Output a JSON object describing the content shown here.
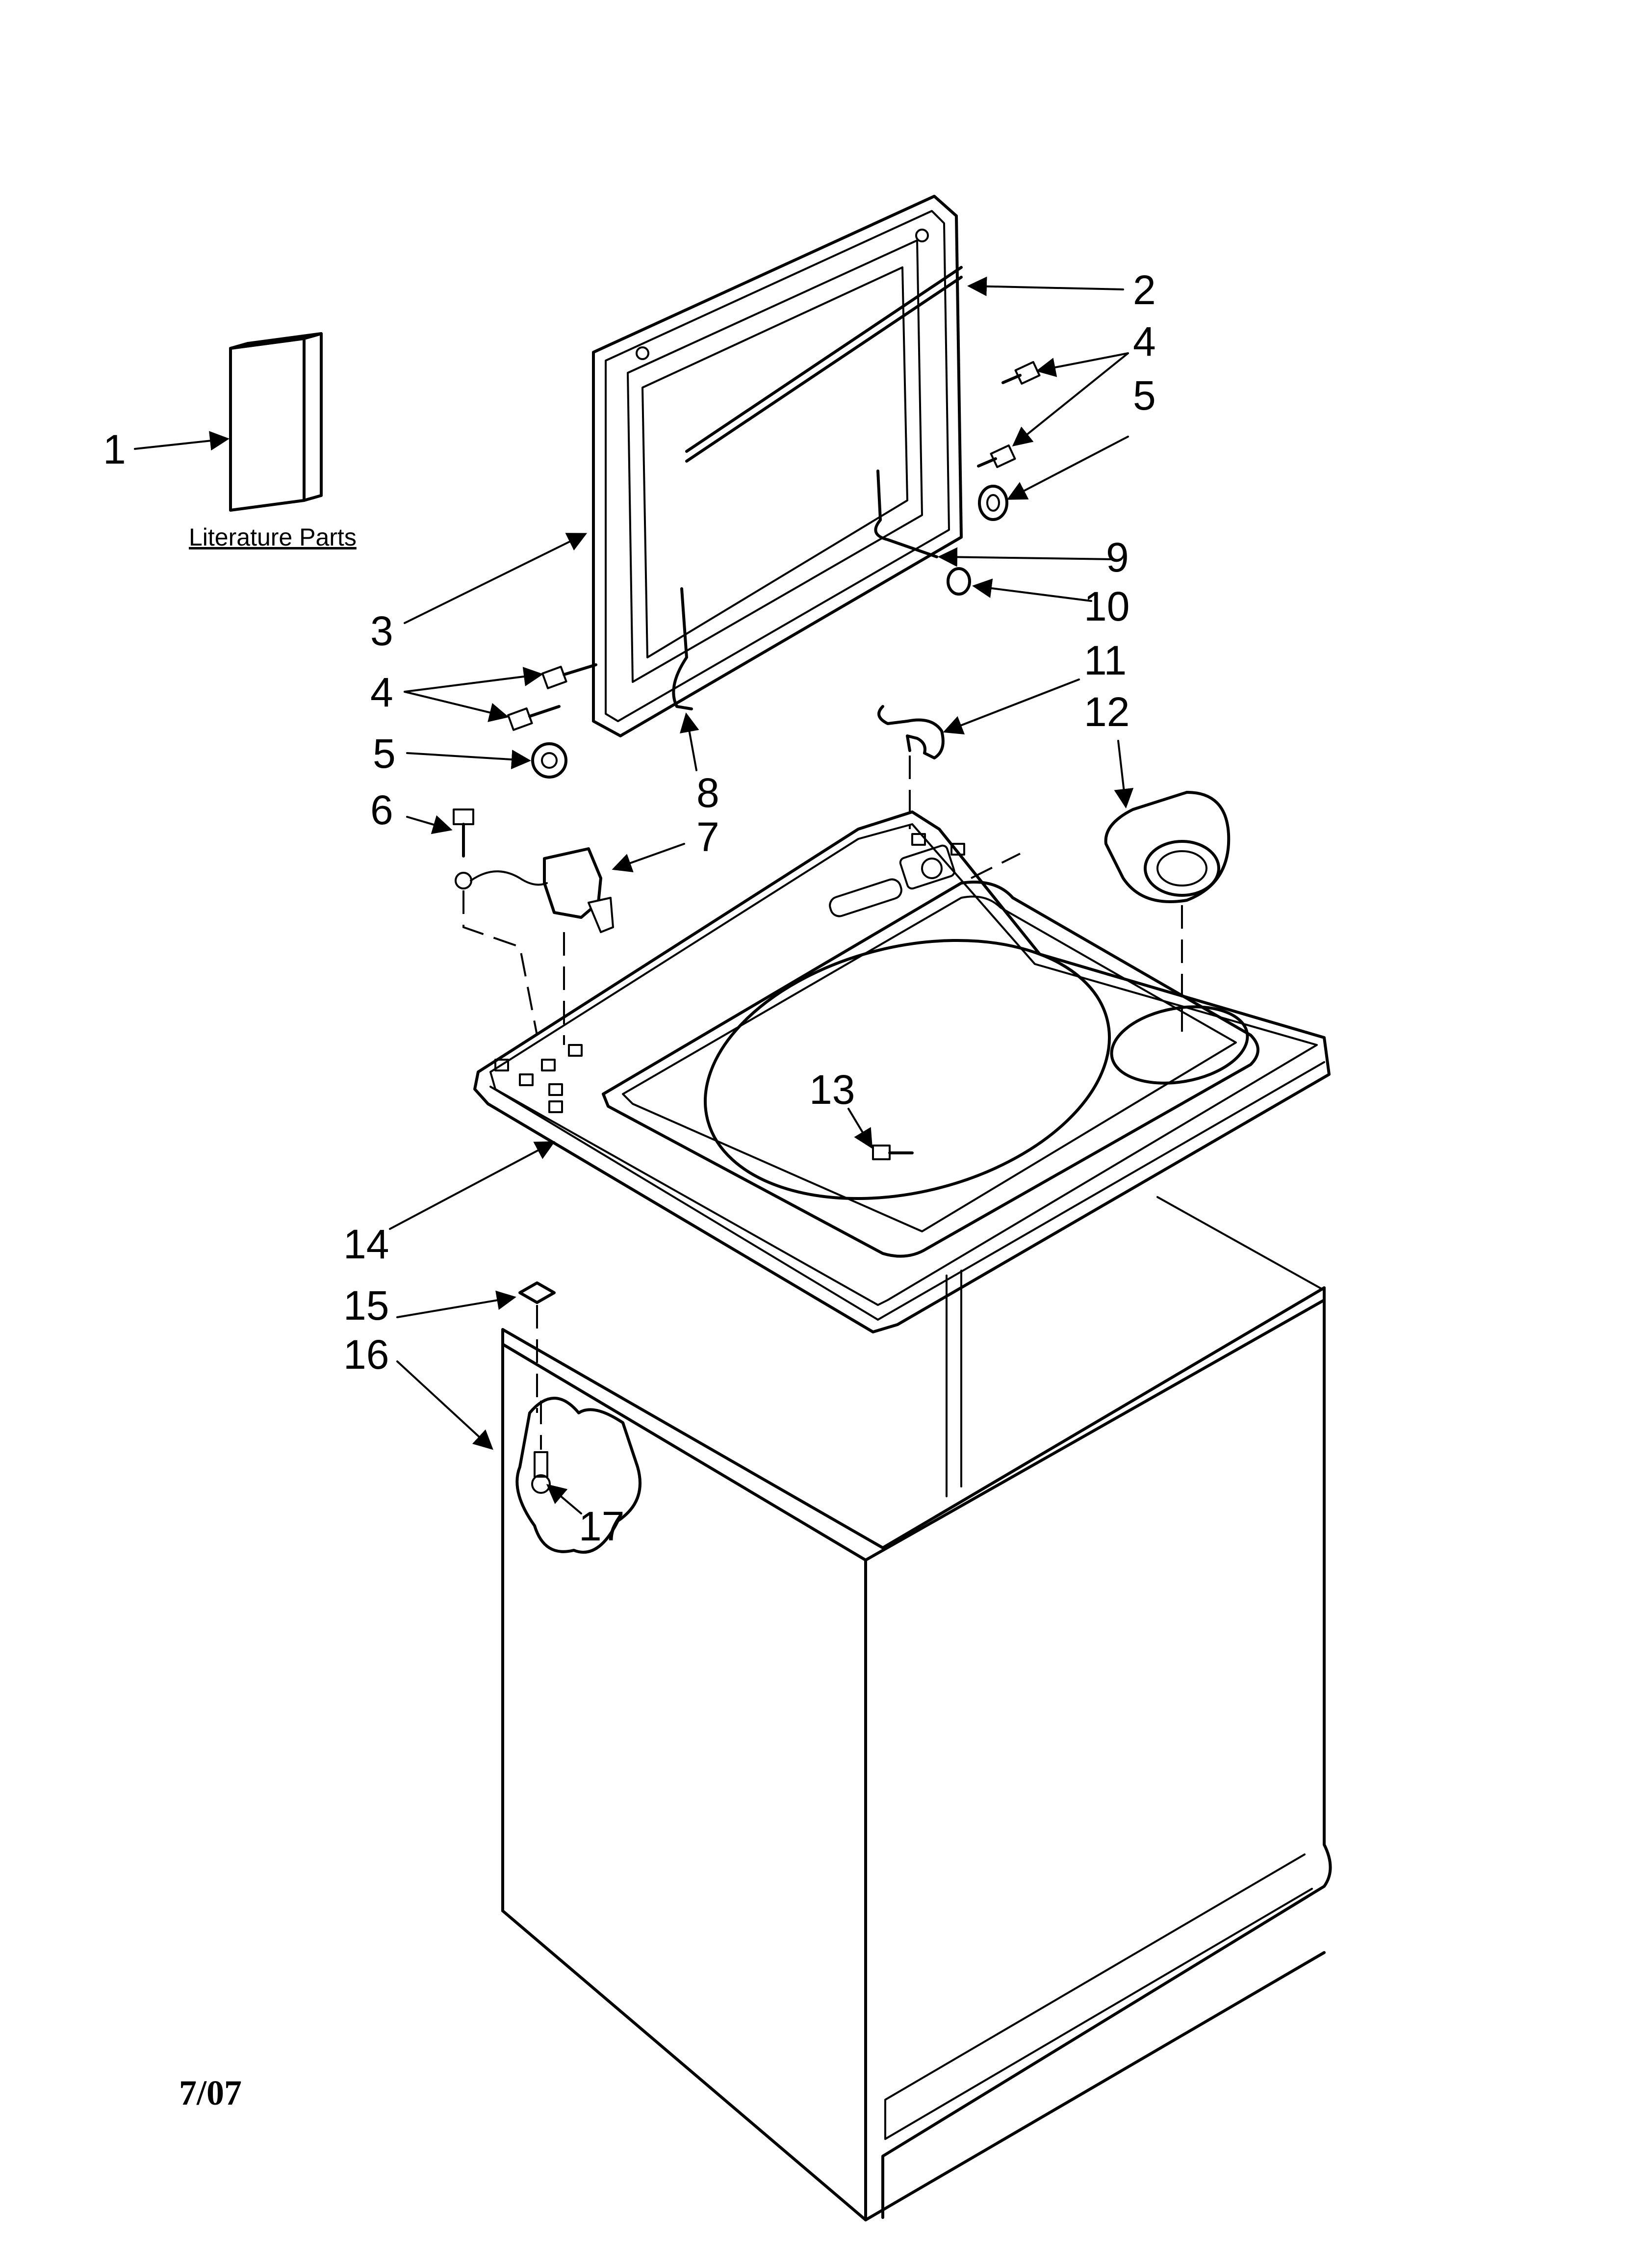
{
  "callouts": [
    {
      "number": "1"
    },
    {
      "number": "2"
    },
    {
      "number": "3"
    },
    {
      "number": "4"
    },
    {
      "number": "4"
    },
    {
      "number": "5"
    },
    {
      "number": "5"
    },
    {
      "number": "6"
    },
    {
      "number": "7"
    },
    {
      "number": "8"
    },
    {
      "number": "9"
    },
    {
      "number": "10"
    },
    {
      "number": "11"
    },
    {
      "number": "12"
    },
    {
      "number": "13"
    },
    {
      "number": "14"
    },
    {
      "number": "15"
    },
    {
      "number": "16"
    },
    {
      "number": "17"
    }
  ],
  "literature_label": "Literature Parts",
  "date_code": "7/07"
}
